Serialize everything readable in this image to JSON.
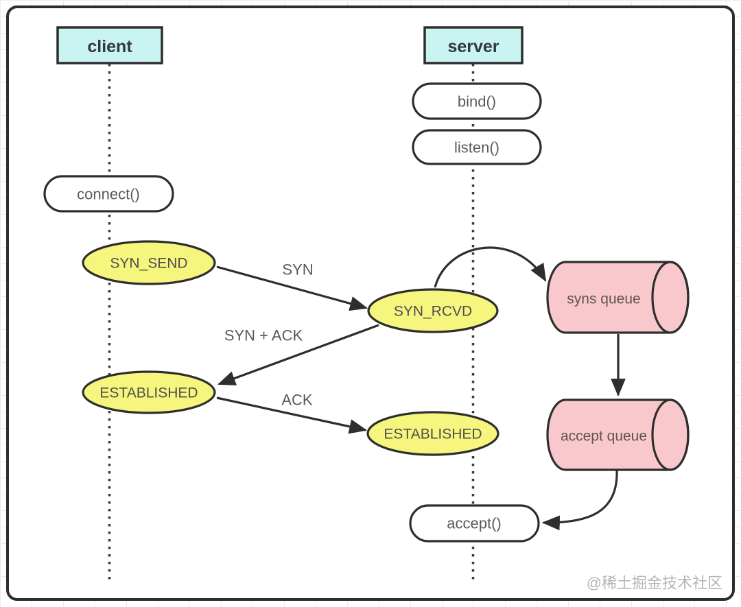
{
  "diagram": {
    "actors": {
      "client": "client",
      "server": "server"
    },
    "calls": {
      "bind": "bind()",
      "listen": "listen()",
      "connect": "connect()",
      "accept": "accept()"
    },
    "states": {
      "syn_send": "SYN_SEND",
      "syn_rcvd": "SYN_RCVD",
      "established_client": "ESTABLISHED",
      "established_server": "ESTABLISHED"
    },
    "queues": {
      "syns": "syns queue",
      "accept": "accept queue"
    },
    "messages": {
      "syn": "SYN",
      "syn_ack": "SYN + ACK",
      "ack": "ACK"
    },
    "watermark": "@稀土掘金技术社区",
    "colors": {
      "actor_fill": "#c9f4f2",
      "state_fill": "#f6f67e",
      "queue_fill": "#f8c8cc",
      "border": "#2e2e2e",
      "label_text": "#595959",
      "watermark_text": "#b5b5b5"
    }
  }
}
